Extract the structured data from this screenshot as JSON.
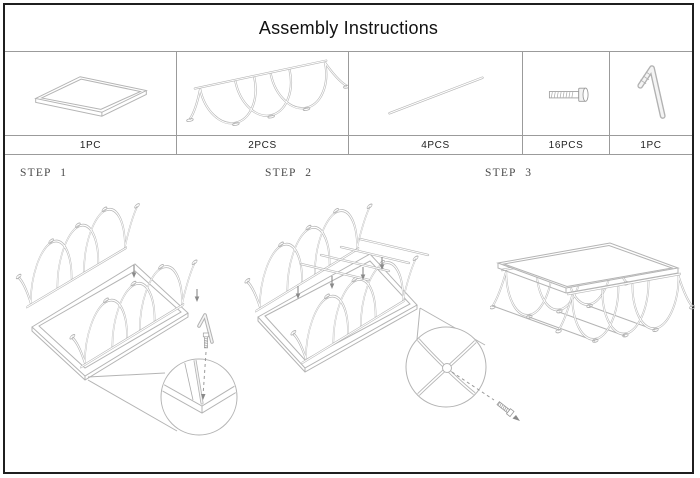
{
  "title": "Assembly Instructions",
  "parts_table": {
    "items": [
      {
        "part": "table-top-panel",
        "qty": "1PC"
      },
      {
        "part": "arched-side-frame",
        "qty": "2PCS"
      },
      {
        "part": "support-rod",
        "qty": "4PCS"
      },
      {
        "part": "hex-bolt",
        "qty": "16PCS"
      },
      {
        "part": "allen-key",
        "qty": "1PC"
      }
    ]
  },
  "steps": [
    {
      "label": "STEP 1"
    },
    {
      "label": "STEP 2"
    },
    {
      "label": "STEP 3"
    }
  ],
  "colors": {
    "outer_border": "#1f1f1f",
    "grid_line": "#9b9b9b",
    "line_art": "#b4b4b4",
    "title_text": "#121212",
    "step_text": "#4a4a4a",
    "arrow": "#8a8a8a",
    "background": "#ffffff"
  }
}
